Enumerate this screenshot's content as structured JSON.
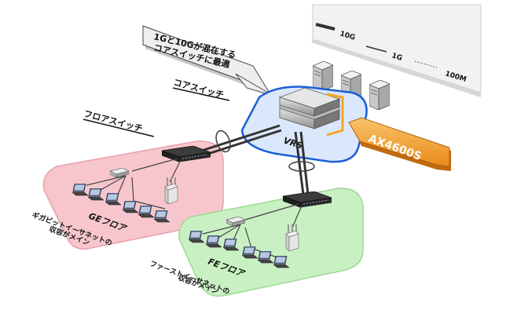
{
  "legend": {
    "items": [
      {
        "label": "10G",
        "style": "thick"
      },
      {
        "label": "1G",
        "style": "thin"
      },
      {
        "label": "100M",
        "style": "dashed"
      }
    ]
  },
  "callout": {
    "line1": "1Gと10Gが混在する",
    "line2": "コアスイッチに最適"
  },
  "core_switch_label": "コアスイッチ",
  "vrs_label": "VRS",
  "product_label": "AX4600S",
  "floor_switch_label": "フロアスイッチ",
  "ge_floor": {
    "name": "GEフロア",
    "caption_line1": "ギガビットイーサネットの",
    "caption_line2": "収容がメイン"
  },
  "fe_floor": {
    "name": "FEフロア",
    "caption_line1": "ファーストイーサネットの",
    "caption_line2": "収容がメイン"
  },
  "colors": {
    "ge_zone": "#f7c6cc",
    "fe_zone": "#c9f0c3",
    "vrs_zone": "#dbe7fb",
    "product_arrow": "#f2a33a",
    "highlight": "#f5a623"
  }
}
